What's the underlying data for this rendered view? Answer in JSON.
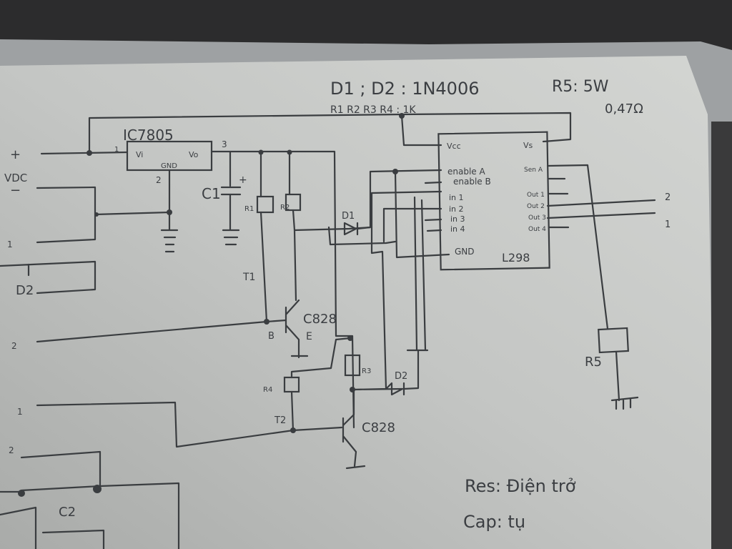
{
  "notes": {
    "diodes": "D1 ; D2 : 1N4006",
    "resistors": "R1 R2 R3 R4 : 1K",
    "r5_power": "R5: 5W",
    "r5_value": "0,47Ω",
    "legend_res": "Res: Điện trở",
    "legend_cap": "Cap: tụ"
  },
  "regulator": {
    "name": "IC7805",
    "vin": "Vi",
    "vout": "Vo",
    "gnd": "GND",
    "pin1": "1",
    "pin2": "2",
    "pin3": "3"
  },
  "power_input": {
    "plus": "+",
    "label": "VDC",
    "minus": "−"
  },
  "driver": {
    "name": "L298",
    "pins_left": [
      "Vcc",
      "enable A",
      "enable B",
      "in 1",
      "in 2",
      "in 3",
      "in 4",
      "GND"
    ],
    "pins_right": [
      "Vs",
      "Sen A",
      "Out 1",
      "Out 2",
      "Out 3",
      "Out 4"
    ]
  },
  "components": {
    "c1": "C1",
    "c1_plus": "+",
    "c2": "C2",
    "r1": "R1",
    "r2": "R2",
    "r3": "R3",
    "r4": "R4",
    "r5": "R5",
    "d1": "D1",
    "d2": "D2",
    "d2_left": "D2",
    "t1": "T1",
    "t1_model": "C828",
    "t1_b": "B",
    "t1_e": "E",
    "t2": "T2",
    "t2_model": "C828"
  },
  "outputs": {
    "out_a": "2",
    "out_b": "1"
  },
  "left_markers": [
    "1",
    "2",
    "1",
    "2"
  ]
}
